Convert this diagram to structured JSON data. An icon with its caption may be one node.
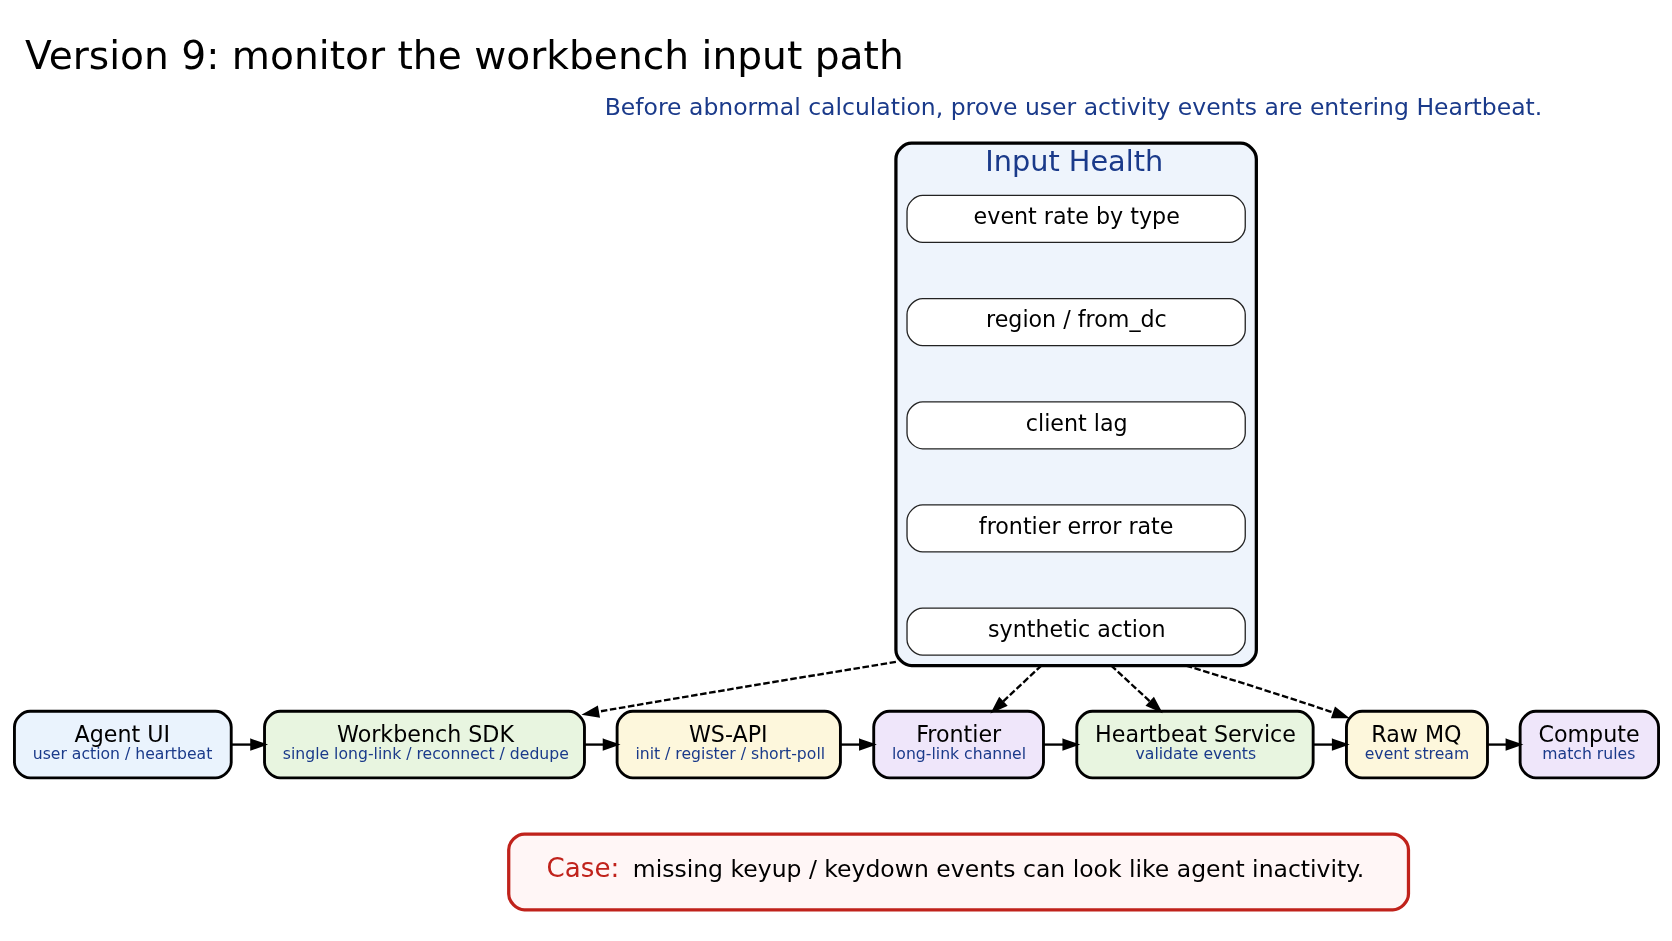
{
  "diagram": {
    "title": "Version 9: monitor the workbench input path",
    "nodes": [
      {
        "text": [
          "Input Health"
        ]
      },
      {
        "text": [
          "event rate by type"
        ],
        "in": 0
      },
      {
        "text": [
          "region / from_dc"
        ],
        "in": 0
      },
      {
        "text": [
          "client lag"
        ],
        "in": 0
      },
      {
        "text": [
          "frontier error rate"
        ],
        "in": 0
      },
      {
        "text": [
          "synthetic action"
        ],
        "in": 0
      },
      {
        "text": [
          "Agent UI",
          "user action / heartbeat"
        ]
      },
      {
        "text": [
          "Workbench SDK",
          "single long-link / reconnect / dedupe"
        ]
      },
      {
        "text": [
          "WS-API",
          "init / register / short-poll"
        ]
      },
      {
        "text": [
          "Frontier",
          "long-link channel"
        ]
      },
      {
        "text": [
          "Heartbeat Service",
          "validate events"
        ]
      },
      {
        "text": [
          "Raw MQ",
          "event stream"
        ]
      },
      {
        "text": [
          "Compute",
          "match rules"
        ]
      },
      {
        "text": [
          "Case:",
          "missing keyup / keydown events can look like agent inactivity."
        ]
      }
    ],
    "edges": [
      {
        "from": 6,
        "to": 7,
        "arrow": "to"
      },
      {
        "from": 7,
        "to": 8,
        "arrow": "to"
      },
      {
        "from": 8,
        "to": 9,
        "arrow": "to"
      },
      {
        "from": 9,
        "to": 10,
        "arrow": "to"
      },
      {
        "from": 10,
        "to": 11,
        "arrow": "to"
      },
      {
        "from": 11,
        "to": 12,
        "arrow": "to"
      },
      {
        "from": 0,
        "to": 7,
        "arrow": "to",
        "style": "dashed"
      },
      {
        "from": 0,
        "to": 9,
        "arrow": "to",
        "style": "dashed"
      },
      {
        "from": 0,
        "to": 10,
        "arrow": "to",
        "style": "dashed"
      },
      {
        "from": 0,
        "to": 11,
        "arrow": "to",
        "style": "dashed"
      }
    ],
    "labels": [
      "Before abnormal calculation, prove user activity events are entering Heartbeat."
    ]
  }
}
